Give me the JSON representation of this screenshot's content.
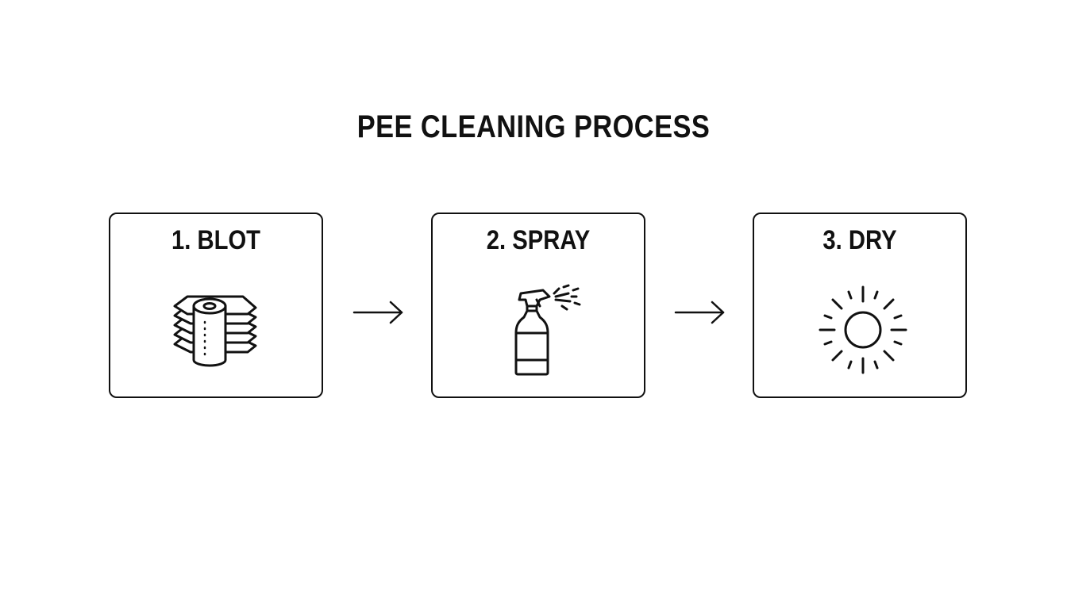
{
  "diagram": {
    "title": "PEE CLEANING PROCESS",
    "steps": [
      {
        "label": "1. BLOT",
        "icon": "paper-towel-stack-icon"
      },
      {
        "label": "2. SPRAY",
        "icon": "spray-bottle-icon"
      },
      {
        "label": "3. DRY",
        "icon": "sun-icon"
      }
    ],
    "connectors": [
      "arrow-right-icon",
      "arrow-right-icon"
    ],
    "colors": {
      "stroke": "#111111",
      "background": "#ffffff"
    }
  }
}
